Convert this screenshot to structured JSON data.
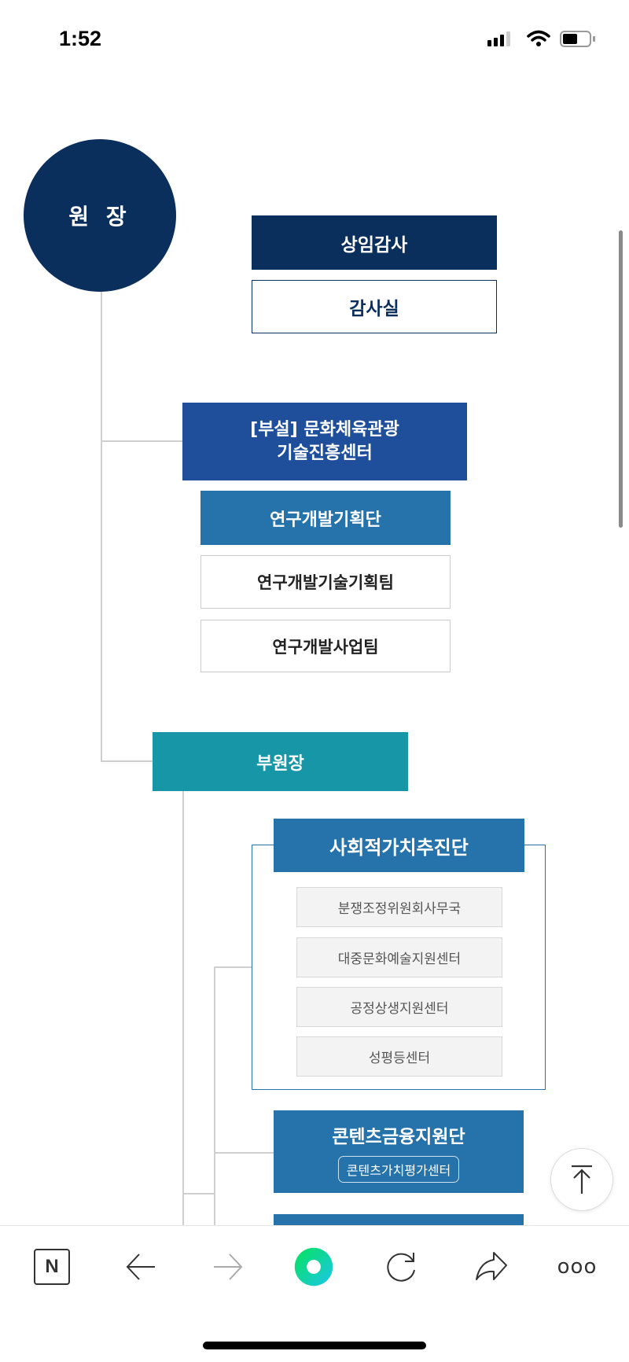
{
  "status_bar": {
    "time": "1:52"
  },
  "org": {
    "president": "원 장",
    "auditor": "상임감사",
    "audit_office": "감사실",
    "affiliated_center": [
      "[부설] 문화체육관광",
      "기술진흥센터"
    ],
    "rnd_planning_group": "연구개발기획단",
    "rnd_teams": [
      "연구개발기술기획팀",
      "연구개발사업팀"
    ],
    "vice_president": "부원장",
    "social_value_group": "사회적가치추진단",
    "social_value_units": [
      "분쟁조정위원회사무국",
      "대중문화예술지원센터",
      "공정상생지원센터",
      "성평등센터"
    ],
    "content_finance_group": "콘텐츠금융지원단",
    "content_value_center": "콘텐츠가치평가센터"
  },
  "toolbar": {
    "logo": "N",
    "more": "ooo"
  },
  "colors": {
    "navy": "#0b2f5d",
    "blue": "#1f4e9b",
    "steel": "#2673ab",
    "teal": "#1796a8"
  }
}
